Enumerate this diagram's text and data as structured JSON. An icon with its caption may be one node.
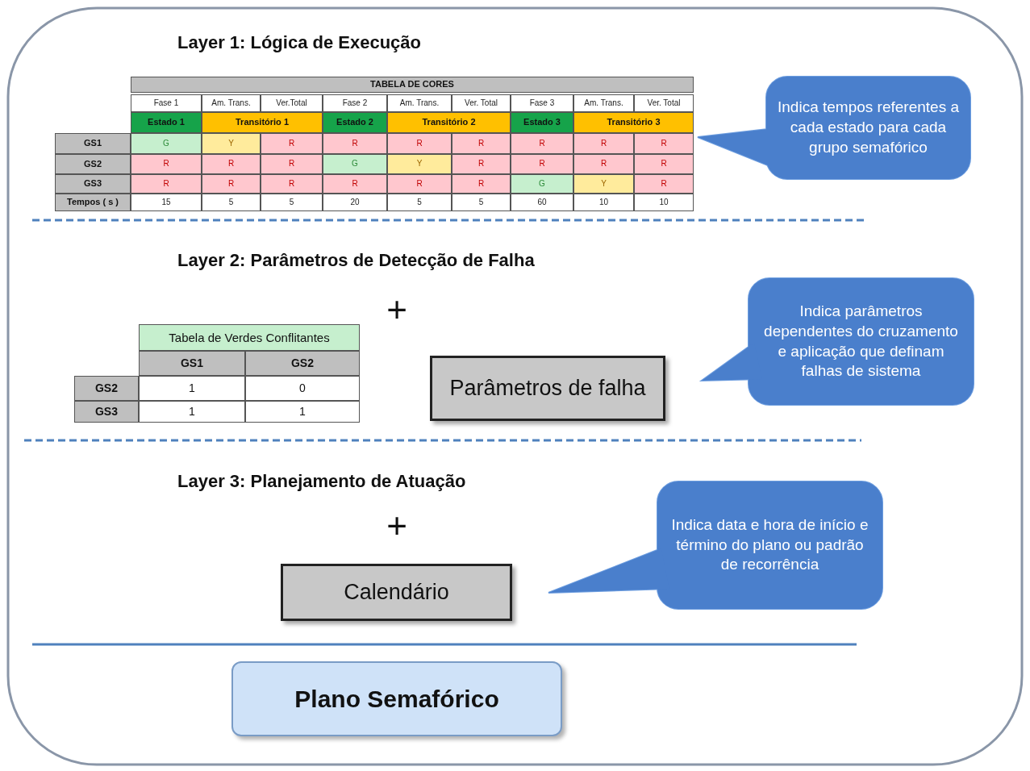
{
  "diagram": {
    "nodes": [
      {
        "text": [
          "Indica tempos referentes a cada estado para cada grupo semafórico"
        ]
      },
      {
        "text": [
          "Parâmetros de falha"
        ]
      },
      {
        "text": [
          "Indica parâmetros dependentes do cruzamento e aplicação que definam falhas de sistema"
        ]
      },
      {
        "text": [
          "Calendário"
        ]
      },
      {
        "text": [
          "Indica data e hora de início e término do plano ou padrão de recorrência"
        ]
      },
      {
        "text": [
          "Plano Semafórico"
        ]
      }
    ],
    "labels": [
      "Layer 1: Lógica de Execução",
      "TABELA DE CORES",
      "Fase 1",
      "Am. Trans.",
      "Ver.Total",
      "Fase 2",
      "Am. Trans.",
      "Ver. Total",
      "Fase 3",
      "Am. Trans.",
      "Ver. Total",
      "Estado 1",
      "Transitório 1",
      "Estado 2",
      "Transitório 2",
      "Estado 3",
      "Transitório 3",
      "GS1",
      "G",
      "Y",
      "R",
      "R",
      "R",
      "R",
      "R",
      "R",
      "R",
      "GS2",
      "R",
      "R",
      "R",
      "G",
      "Y",
      "R",
      "R",
      "R",
      "R",
      "GS3",
      "R",
      "R",
      "R",
      "R",
      "R",
      "R",
      "G",
      "Y",
      "R",
      "Tempos ( s )",
      "15",
      "5",
      "5",
      "20",
      "5",
      "5",
      "60",
      "10",
      "10",
      "Layer 2: Parâmetros de Detecção de Falha",
      "+",
      "Tabela de Verdes Conflitantes",
      "GS1",
      "GS2",
      "GS2",
      "1",
      "0",
      "GS3",
      "1",
      "1",
      "Layer 3: Planejamento de Atuação",
      "+"
    ]
  }
}
